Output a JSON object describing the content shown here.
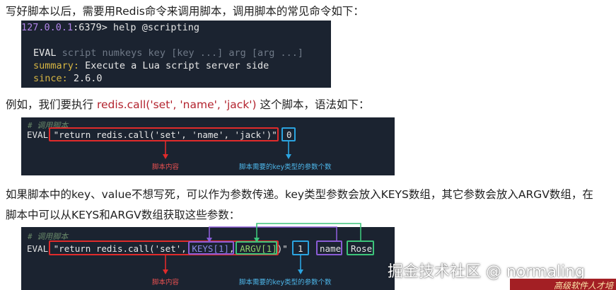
{
  "para1": "写好脚本以后，需要用Redis命令来调用脚本，调用脚本的常见命令如下：",
  "term1": {
    "prompt_ip": "127.0.0.1",
    "prompt_rest": ":6379> help @scripting",
    "eval_kw": "EVAL",
    "eval_args": " script numkeys key [key ...] arg [arg ...]",
    "summary_label": "summary:",
    "summary_text": " Execute a Lua script server side",
    "since_label": "since:",
    "since_text": " 2.6.0"
  },
  "para2": {
    "before": "例如，我们要执行 ",
    "code": "redis.call('set', 'name', 'jack')",
    "after": " 这个脚本，语法如下："
  },
  "term2": {
    "comment": "# 调用脚本",
    "eval_kw": "EVAL ",
    "script": "\"return redis.call('set', 'name', 'jack')\"",
    "numkeys": "0",
    "ann_script": "脚本内容",
    "ann_keys": "脚本需要的key类型的参数个数"
  },
  "para3": {
    "line1": "如果脚本中的key、value不想写死，可以作为参数传递。key类型参数会放入KEYS数组，其它参数会放入ARGV数组，在",
    "line2": "脚本中可以从KEYS和ARGV数组获取这些参数："
  },
  "term3": {
    "comment": "# 调用脚本",
    "eval_kw": "EVAL ",
    "script_a": "\"return redis.call('set', ",
    "keys": "KEYS[1]",
    "sep": ", ",
    "argv": "ARGV[1]",
    "script_b": ")\"",
    "numkeys": "1",
    "arg_name": "name",
    "arg_rose": "Rose",
    "ann_script": "脚本内容",
    "ann_keys": "脚本需要的key类型的参数个数"
  },
  "watermark": "掘金技术社区 @ normaling",
  "corner_text": "高级软件人才培",
  "colors": {
    "terminal_bg": "#1b2330",
    "red_box": "#e02b2b",
    "blue_box": "#2ba4e0",
    "purple_box": "#8a5cd6",
    "green_box": "#3cc47a",
    "inline_code": "#b3232e"
  }
}
